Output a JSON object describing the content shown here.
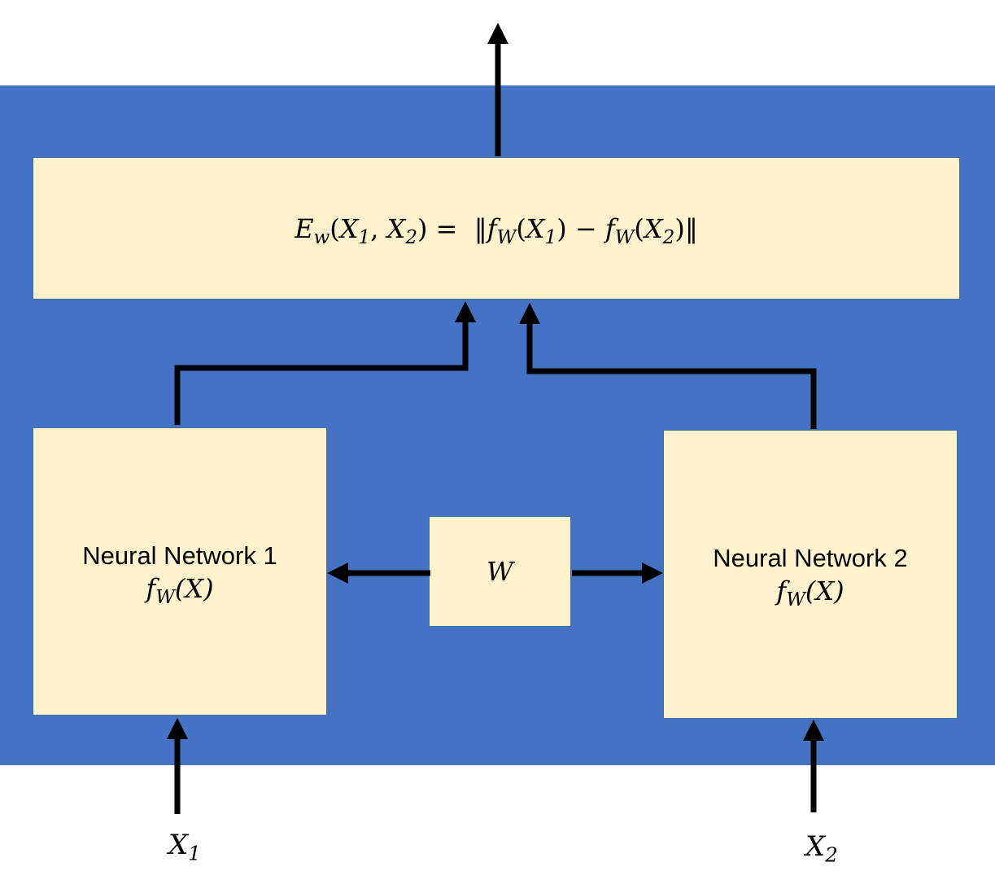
{
  "energy_box": {
    "E": "E",
    "w": "w",
    "open": "(",
    "X": "X",
    "one": "1",
    "comma": ", ",
    "two": "2",
    "close_eq": ") = ",
    "norm_open": "‖",
    "f": "f",
    "W": "W",
    "minus": " − ",
    "norm_close": "‖"
  },
  "network_1": {
    "title": "Neural Network 1",
    "f": "f",
    "sub": "W",
    "arg": "(X)"
  },
  "network_2": {
    "title": "Neural Network 2",
    "f": "f",
    "sub": "W",
    "arg": "(X)"
  },
  "weights": {
    "label": "W"
  },
  "inputs": [
    {
      "symbol": "X",
      "sub": "1"
    },
    {
      "symbol": "X",
      "sub": "2"
    }
  ],
  "colors": {
    "panel": "#4472C4",
    "box_fill": "#FFF2CC",
    "box_border": "#41719C",
    "arrow": "#000000"
  }
}
